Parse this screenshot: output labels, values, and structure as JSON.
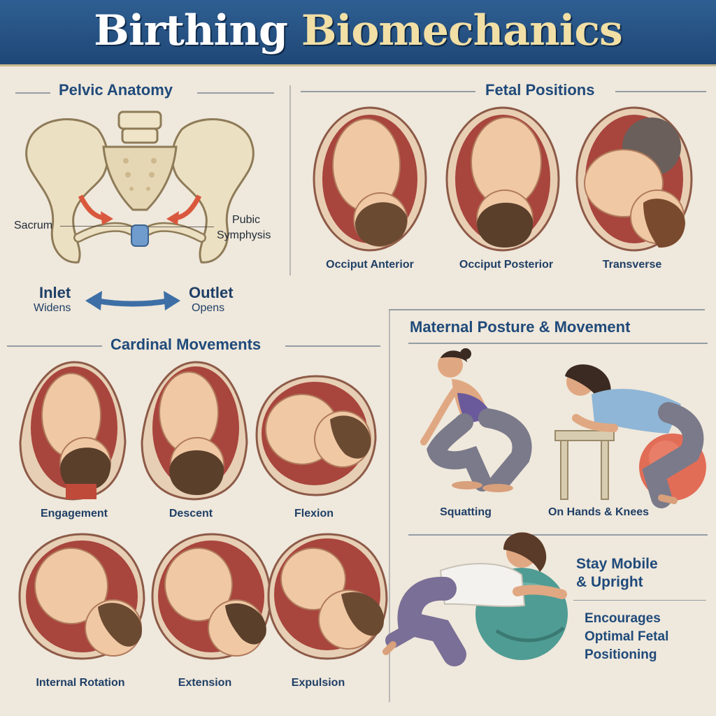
{
  "title": {
    "word1": "Birthing",
    "word2": "Biomechanics"
  },
  "pelvic": {
    "heading": "Pelvic Anatomy",
    "sacrum": "Sacrum",
    "pubic1": "Pubic",
    "pubic2": "Symphysis",
    "inlet": "Inlet",
    "widens": "Widens",
    "outlet": "Outlet",
    "opens": "Opens"
  },
  "fetal": {
    "heading": "Fetal Positions",
    "items": [
      "Occiput Anterior",
      "Occiput Posterior",
      "Transverse"
    ]
  },
  "cardinal": {
    "heading": "Cardinal Movements",
    "items": [
      "Engagement",
      "Descent",
      "Flexion",
      "Internal Rotation",
      "Extension",
      "Expulsion"
    ]
  },
  "maternal": {
    "heading": "Maternal Posture & Movement",
    "items": [
      "Squatting",
      "On Hands & Knees"
    ],
    "stay1": "Stay Mobile",
    "stay2": "& Upright",
    "enc1": "Encourages",
    "enc2": "Optimal Fetal",
    "enc3": "Positioning"
  },
  "colors": {
    "banner": "#2f5f92",
    "accent": "#f1dfa5",
    "text": "#1f3f66",
    "uterus": "#b85a4e",
    "skin": "#f0c8a4"
  }
}
